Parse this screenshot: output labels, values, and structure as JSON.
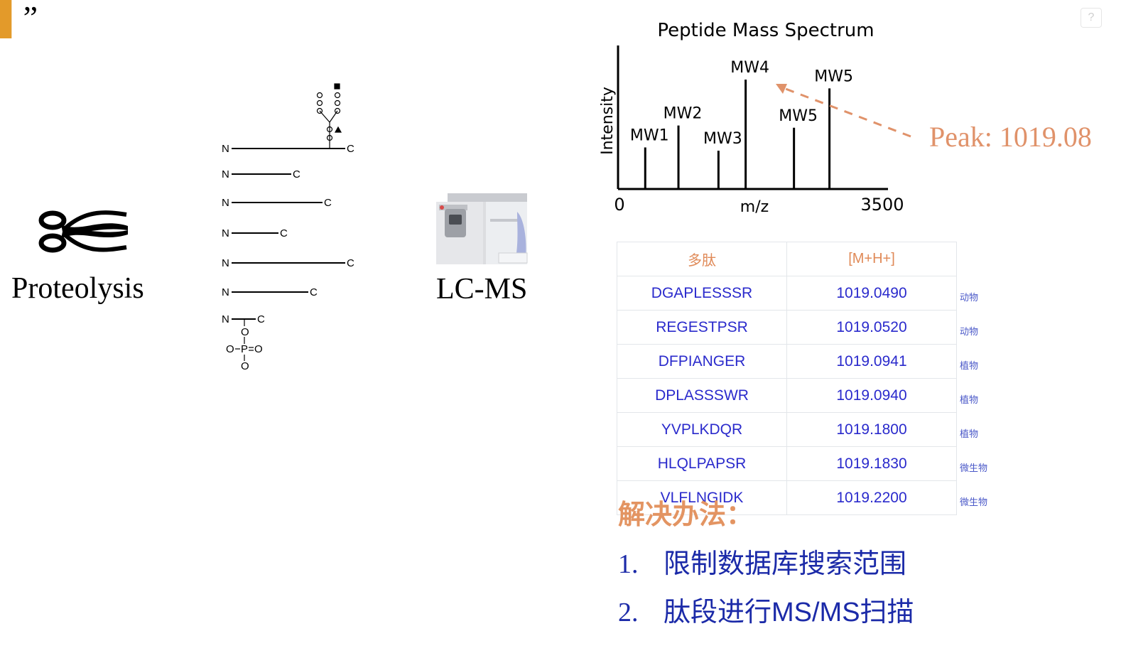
{
  "corner": {
    "text": "”",
    "accent": "#e39a2a"
  },
  "help": {
    "icon": "help-icon",
    "glyph": "?"
  },
  "proteolysis": {
    "label": "Proteolysis",
    "icon": "scissors-icon"
  },
  "peptides": {
    "n_label": "N",
    "c_label": "C",
    "phospho_o": "O",
    "phospho_p": "P"
  },
  "lcms": {
    "label": "LC-MS",
    "icon": "mass-spectrometer-icon"
  },
  "chart_data": {
    "type": "bar",
    "title": "Peptide Mass Spectrum",
    "xlabel": "m/z",
    "ylabel": "Intensity",
    "xlim": [
      0,
      3500
    ],
    "x_tick_labels": [
      "0",
      "3500"
    ],
    "peaks": [
      {
        "label": "MW1",
        "x": 360,
        "y": 0.38
      },
      {
        "label": "MW2",
        "x": 800,
        "y": 0.58
      },
      {
        "label": "MW3",
        "x": 1330,
        "y": 0.35
      },
      {
        "label": "MW4",
        "x": 1690,
        "y": 1.0
      },
      {
        "label": "MW5",
        "x": 2330,
        "y": 0.56
      },
      {
        "label": "MW5",
        "x": 2800,
        "y": 0.92
      }
    ],
    "annotation": {
      "text": "Peak: 1019.08",
      "color": "#e0926a"
    },
    "axis_color": "#000000"
  },
  "table": {
    "headers": [
      "多肽",
      "[M+H+]"
    ],
    "rows": [
      {
        "peptide": "DGAPLESSSR",
        "mass": "1019.0490",
        "tag": "动物"
      },
      {
        "peptide": "REGESTPSR",
        "mass": "1019.0520",
        "tag": "动物"
      },
      {
        "peptide": "DFPIANGER",
        "mass": "1019.0941",
        "tag": "植物"
      },
      {
        "peptide": "DPLASSSWR",
        "mass": "1019.0940",
        "tag": "植物"
      },
      {
        "peptide": "YVPLKDQR",
        "mass": "1019.1800",
        "tag": "植物"
      },
      {
        "peptide": "HLQLPAPSR",
        "mass": "1019.1830",
        "tag": "微生物"
      },
      {
        "peptide": "VLFLNGIDK",
        "mass": "1019.2200",
        "tag": "微生物"
      }
    ],
    "header_color": "#e08a58",
    "text_color": "#2a2acc"
  },
  "solution": {
    "title": "解决办法：",
    "items": [
      {
        "num": "1.",
        "text": "限制数据库搜索范围"
      },
      {
        "num": "2.",
        "text": "肽段进行MS/MS扫描"
      }
    ],
    "title_color": "#e39462",
    "text_color": "#1b2aa8"
  }
}
